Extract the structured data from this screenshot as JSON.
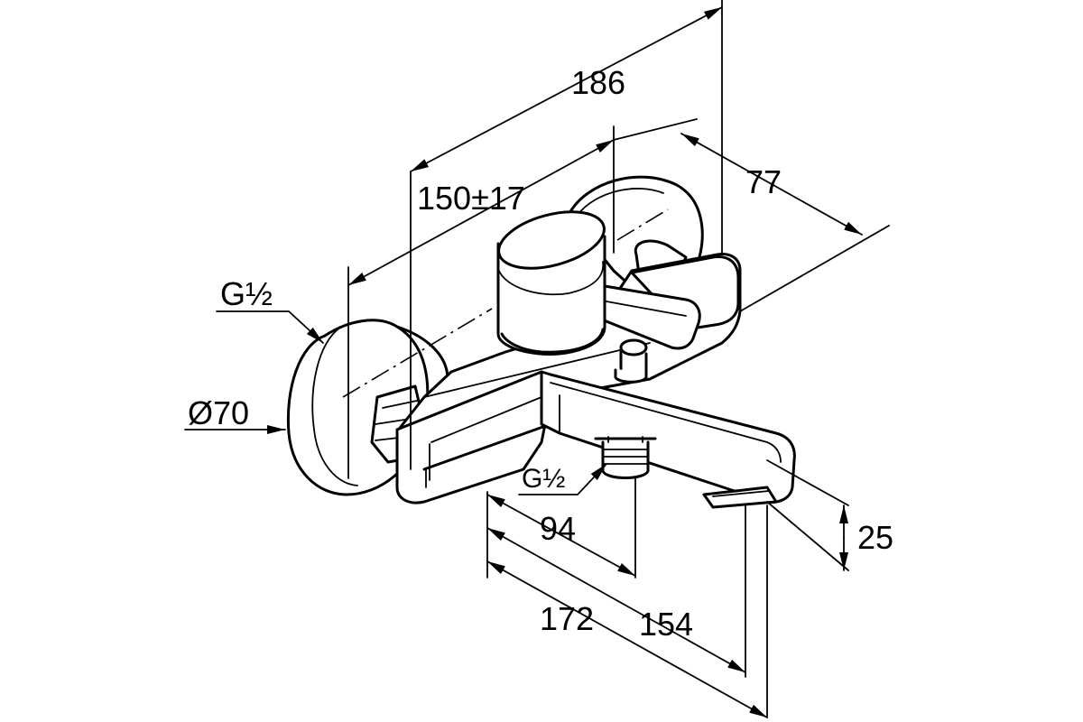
{
  "dimensions": {
    "overall_depth": "186",
    "wall_spacing": "150±17",
    "lever_offset": "77",
    "inlet_thread": "G½",
    "rosette_diameter": "Ø70",
    "outlet_thread": "G½",
    "outlet_center": "94",
    "spout_reach_outer": "172",
    "spout_reach_inner": "154",
    "spout_height": "25"
  },
  "colors": {
    "line": "#000000",
    "background": "#ffffff"
  }
}
